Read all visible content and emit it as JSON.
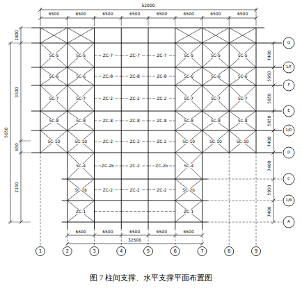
{
  "diagram": {
    "caption": "图 7   柱间支撑、水平支撑平面布置图",
    "labels": [
      "6500",
      "6500",
      "6500",
      "6500",
      "6500",
      "6500",
      "6500",
      "6500",
      "52000",
      "6500",
      "6500",
      "6500",
      "6500",
      "6500",
      "32500",
      "1800",
      "3500",
      "650",
      "2150",
      "5650",
      "7400",
      "5950",
      "5950",
      "5950",
      "7400",
      "7400",
      "5950",
      "7400",
      "1",
      "2",
      "3",
      "4",
      "5",
      "6",
      "7",
      "8",
      "9",
      "G",
      "1/F",
      "F",
      "E",
      "1/D",
      "D",
      "C",
      "1/B",
      "A",
      "SC-5",
      "SC-5",
      "ZC-7",
      "ZC-7",
      "ZC-7",
      "SC-5",
      "SC-5",
      "SC-5",
      "SC-6",
      "SC-6",
      "ZC-8",
      "ZC-8",
      "ZC-8",
      "SC-6",
      "SC-6",
      "SC-6",
      "SC-7",
      "SC-7",
      "ZC-2",
      "ZC-2",
      "ZC-2",
      "SC-7",
      "SC-7",
      "SC-7",
      "SC-8",
      "SC-8",
      "ZC-8",
      "ZC-8",
      "ZC-8",
      "SC-8",
      "SC-8",
      "SC-8",
      "SC-10",
      "SC-10",
      "ZC-2",
      "ZC-2",
      "ZC-2",
      "SC-10",
      "SC-10",
      "SC-10",
      "SC-4",
      "ZC-2b",
      "ZC-2",
      "ZC-2b",
      "SC-4",
      "SC-2b",
      "ZC-2",
      "ZC-2",
      "ZC-2",
      "SC-2b",
      "ZC-1",
      "ZC-1"
    ]
  }
}
